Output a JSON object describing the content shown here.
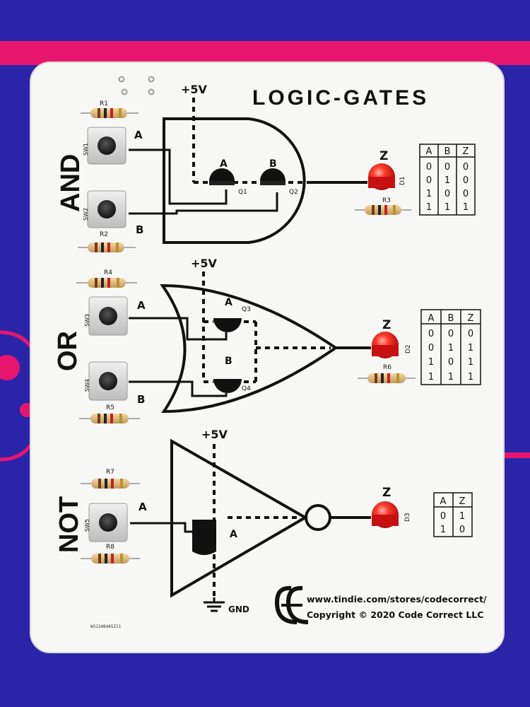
{
  "board": {
    "title": "LOGIC-GATES",
    "colors": {
      "background": "#2a25a8",
      "stripe": "#e8156e",
      "pcb": "#f7f7f5",
      "ink": "#111111",
      "led": "#e31414",
      "resistor": "#d9b77a"
    },
    "rails": {
      "and_vcc": "+5V",
      "or_vcc": "+5V",
      "not_vcc": "+5V",
      "gnd": "GND"
    },
    "footer": {
      "url": "www.tindie.com/stores/codecorrect/",
      "copyright": "Copyright © 2020 Code Correct LLC",
      "serial": "W313484A5Z11",
      "logo": "code-correct-logo"
    },
    "sections": {
      "and": {
        "label": "AND",
        "inputs": {
          "a": "A",
          "b": "B"
        },
        "transistor_labels": {
          "a": "A",
          "b": "B"
        },
        "output": "Z",
        "parts": {
          "r_top": "R1",
          "sw1": "SW1",
          "sw2": "SW2",
          "r_bottom": "R2",
          "q1": "Q1",
          "q2": "Q2",
          "d": "D1",
          "r_led": "R3"
        },
        "truth_table": {
          "headers": [
            "A",
            "B",
            "Z"
          ],
          "rows": [
            [
              "0",
              "0",
              "0"
            ],
            [
              "0",
              "1",
              "0"
            ],
            [
              "1",
              "0",
              "0"
            ],
            [
              "1",
              "1",
              "1"
            ]
          ]
        }
      },
      "or": {
        "label": "OR",
        "inputs": {
          "a": "A",
          "b": "B"
        },
        "transistor_labels": {
          "a": "A",
          "b": "B"
        },
        "output": "Z",
        "parts": {
          "r_top": "R4",
          "sw3": "SW3",
          "sw4": "SW4",
          "r_bottom": "R5",
          "q3": "Q3",
          "q4": "Q4",
          "d": "D2",
          "r_led": "R6"
        },
        "truth_table": {
          "headers": [
            "A",
            "B",
            "Z"
          ],
          "rows": [
            [
              "0",
              "0",
              "0"
            ],
            [
              "0",
              "1",
              "1"
            ],
            [
              "1",
              "0",
              "1"
            ],
            [
              "1",
              "1",
              "1"
            ]
          ]
        }
      },
      "not": {
        "label": "NOT",
        "inputs": {
          "a": "A"
        },
        "transistor_labels": {
          "a": "A"
        },
        "output": "Z",
        "parts": {
          "r_top": "R7",
          "sw5": "SW5",
          "r_bottom": "R8",
          "d": "D3"
        },
        "truth_table": {
          "headers": [
            "A",
            "Z"
          ],
          "rows": [
            [
              "0",
              "1"
            ],
            [
              "1",
              "0"
            ]
          ]
        }
      }
    }
  }
}
